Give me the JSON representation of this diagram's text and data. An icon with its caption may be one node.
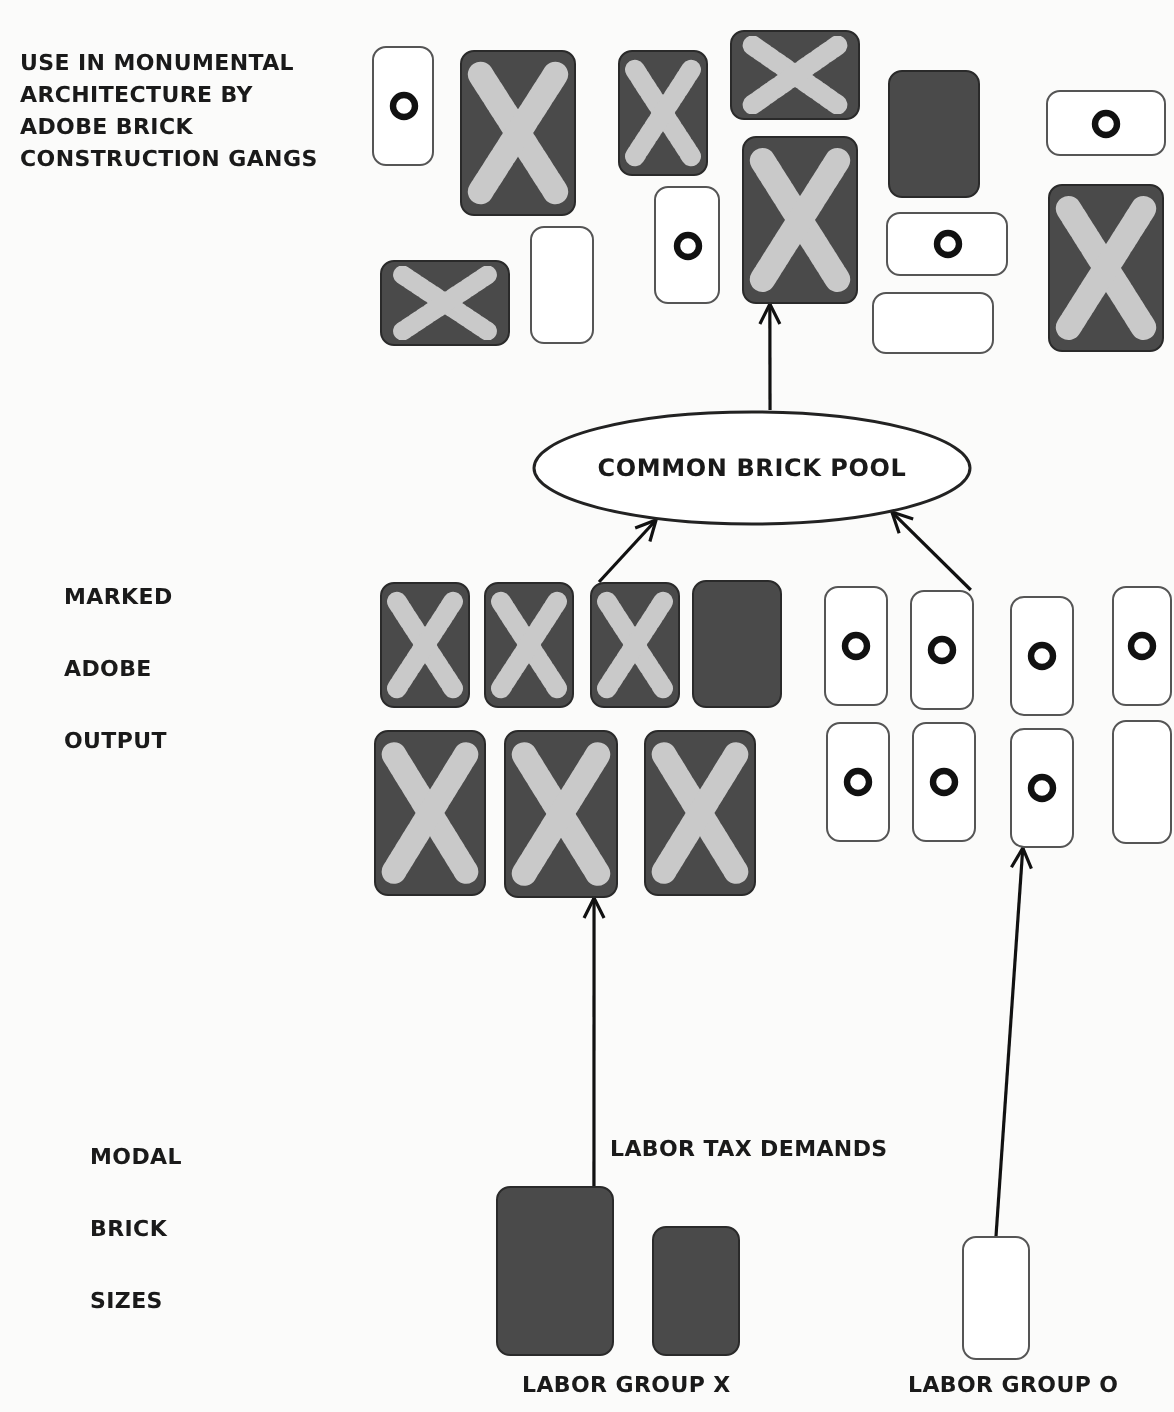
{
  "diagram": {
    "nodes": [
      {
        "text": [],
        "shape": "box"
      },
      {
        "text": [],
        "shape": "box"
      },
      {
        "text": [],
        "shape": "box"
      },
      {
        "text": [],
        "shape": "box"
      },
      {
        "text": [],
        "shape": "box"
      },
      {
        "text": [],
        "shape": "box"
      },
      {
        "text": [],
        "shape": "box"
      },
      {
        "text": [],
        "shape": "box"
      },
      {
        "text": [],
        "shape": "box"
      },
      {
        "text": [],
        "shape": "box"
      },
      {
        "text": [],
        "shape": "box"
      },
      {
        "text": [],
        "shape": "box"
      },
      {
        "text": [],
        "shape": "box"
      },
      {
        "text": [
          "COMMON BRICK POOL"
        ]
      },
      {
        "text": [],
        "shape": "box"
      },
      {
        "text": [],
        "shape": "box"
      },
      {
        "text": [],
        "shape": "box"
      },
      {
        "text": [],
        "shape": "box"
      },
      {
        "text": [],
        "shape": "box"
      },
      {
        "text": [],
        "shape": "box"
      },
      {
        "text": [],
        "shape": "box"
      },
      {
        "text": [],
        "shape": "box"
      },
      {
        "text": [],
        "shape": "box"
      },
      {
        "text": [],
        "shape": "box"
      },
      {
        "text": [],
        "shape": "box"
      },
      {
        "text": [],
        "shape": "box"
      },
      {
        "text": [],
        "shape": "box"
      },
      {
        "text": [],
        "shape": "box"
      },
      {
        "text": [],
        "shape": "box"
      },
      {
        "text": [],
        "shape": "box"
      },
      {
        "text": [],
        "shape": "box"
      },
      {
        "text": [],
        "shape": "box"
      }
    ],
    "edges": [
      {
        "from": 29,
        "to": 19,
        "arrow": "to"
      },
      {
        "from": 31,
        "to": 27,
        "arrow": "to"
      },
      {
        "from": 16,
        "to": 13,
        "arrow": "to"
      },
      {
        "from": 22,
        "to": 13,
        "arrow": "to"
      },
      {
        "from": 13,
        "to": 6,
        "arrow": "to"
      }
    ],
    "labels": [
      "USE IN MONUMENTAL ARCHITECTURE BY ADOBE BRICK CONSTRUCTION GANGS",
      "MARKED",
      "ADOBE",
      "OUTPUT",
      "LABOR TAX DEMANDS",
      "MODAL",
      "BRICK",
      "SIZES",
      "LABOR GROUP X",
      "LABOR GROUP O"
    ]
  }
}
